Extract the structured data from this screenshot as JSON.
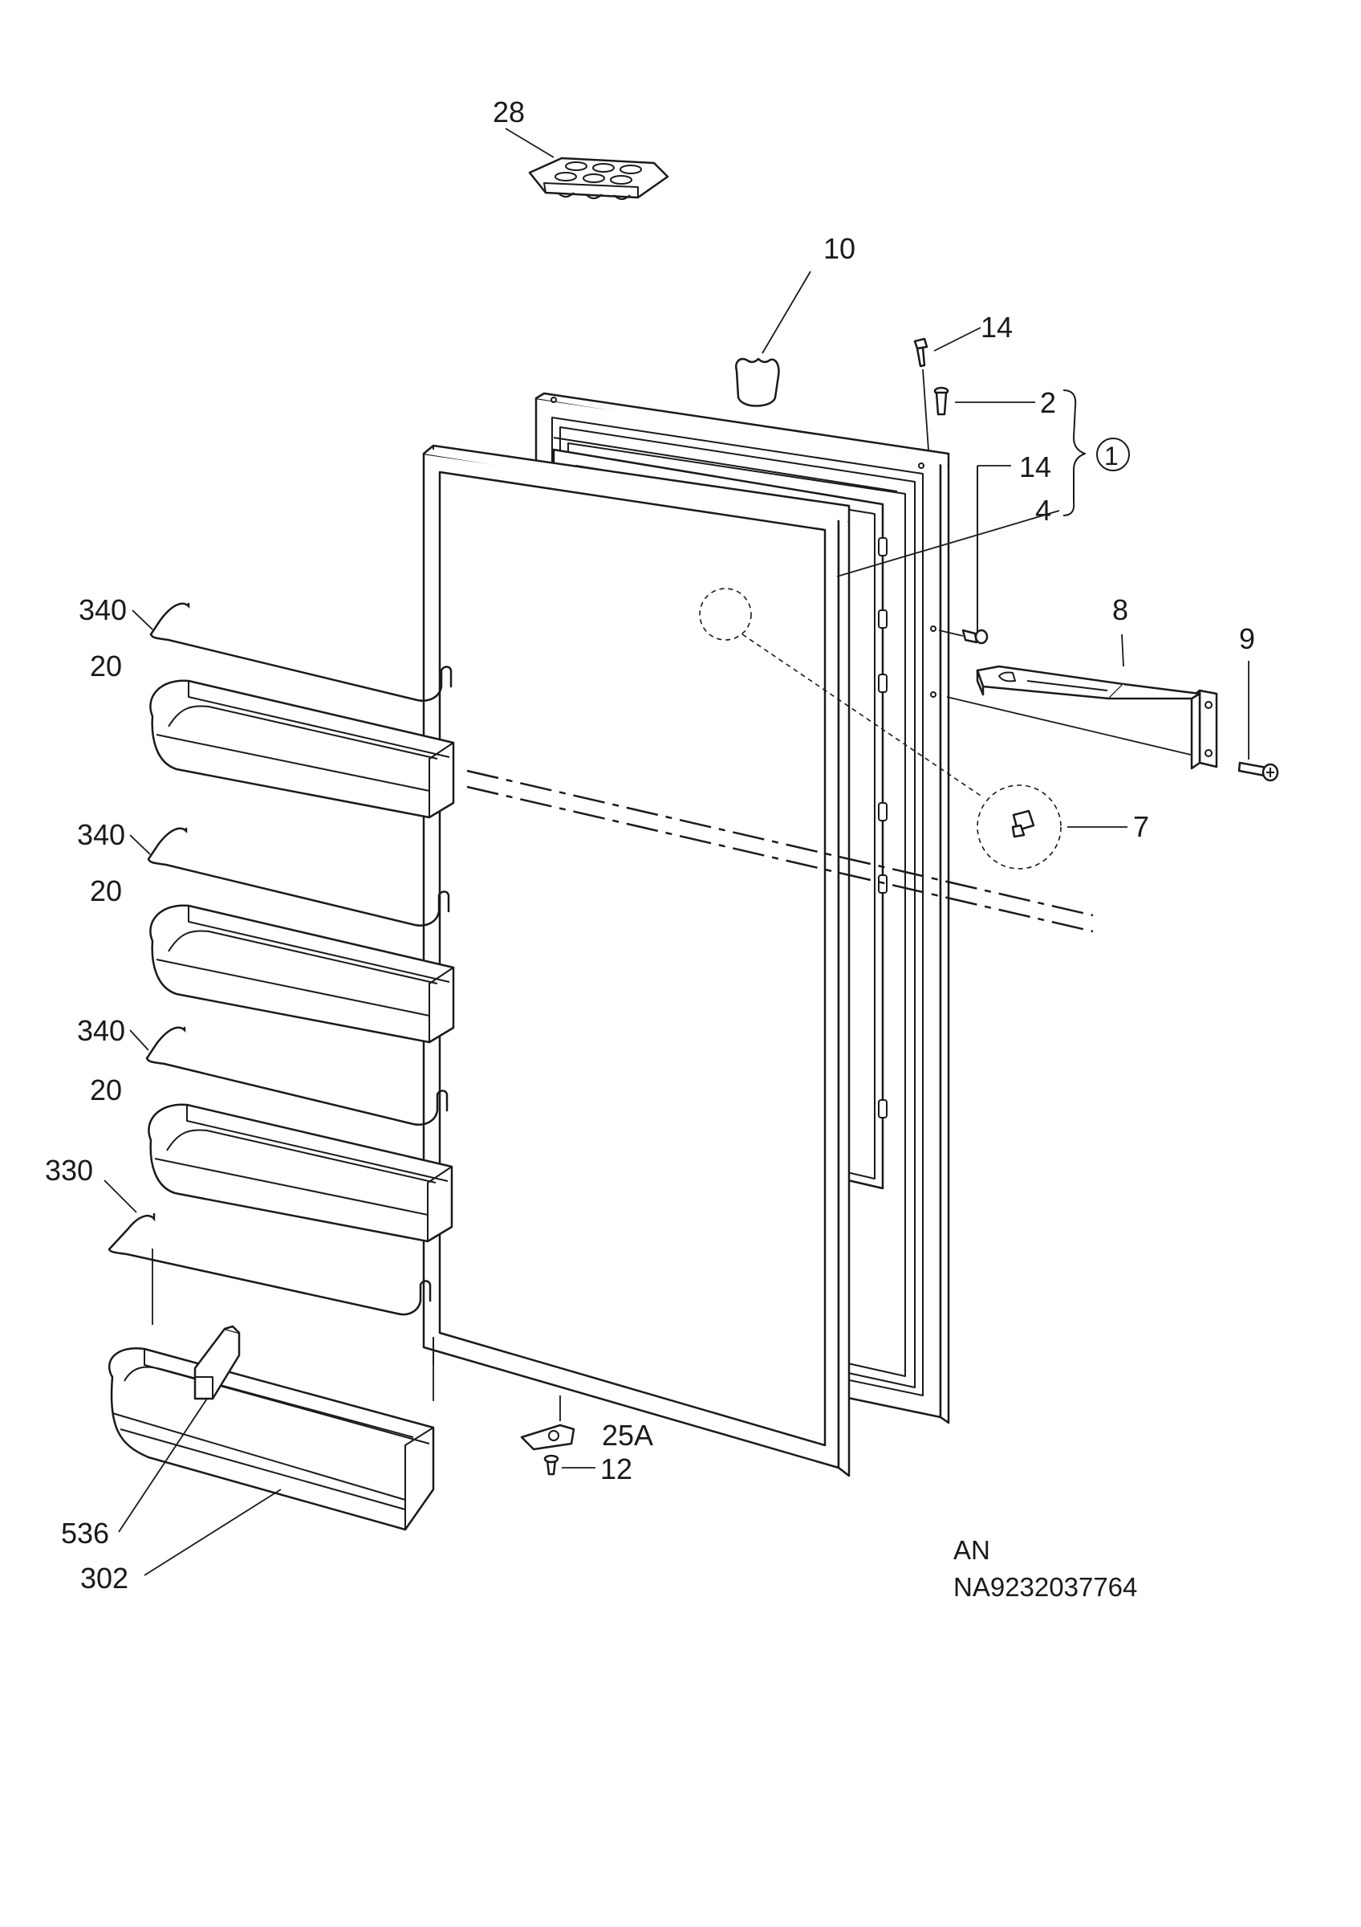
{
  "callouts": {
    "c28": "28",
    "c10": "10",
    "c14a": "14",
    "c2": "2",
    "c1": "1",
    "c14b": "14",
    "c4": "4",
    "c8": "8",
    "c9": "9",
    "c7": "7",
    "c340a": "340",
    "c20a": "20",
    "c340b": "340",
    "c20b": "20",
    "c340c": "340",
    "c20c": "20",
    "c330": "330",
    "c25a": "25A",
    "c12": "12",
    "c536": "536",
    "c302": "302"
  },
  "footer": {
    "line1": "AN",
    "line2": "NA9232037764"
  }
}
